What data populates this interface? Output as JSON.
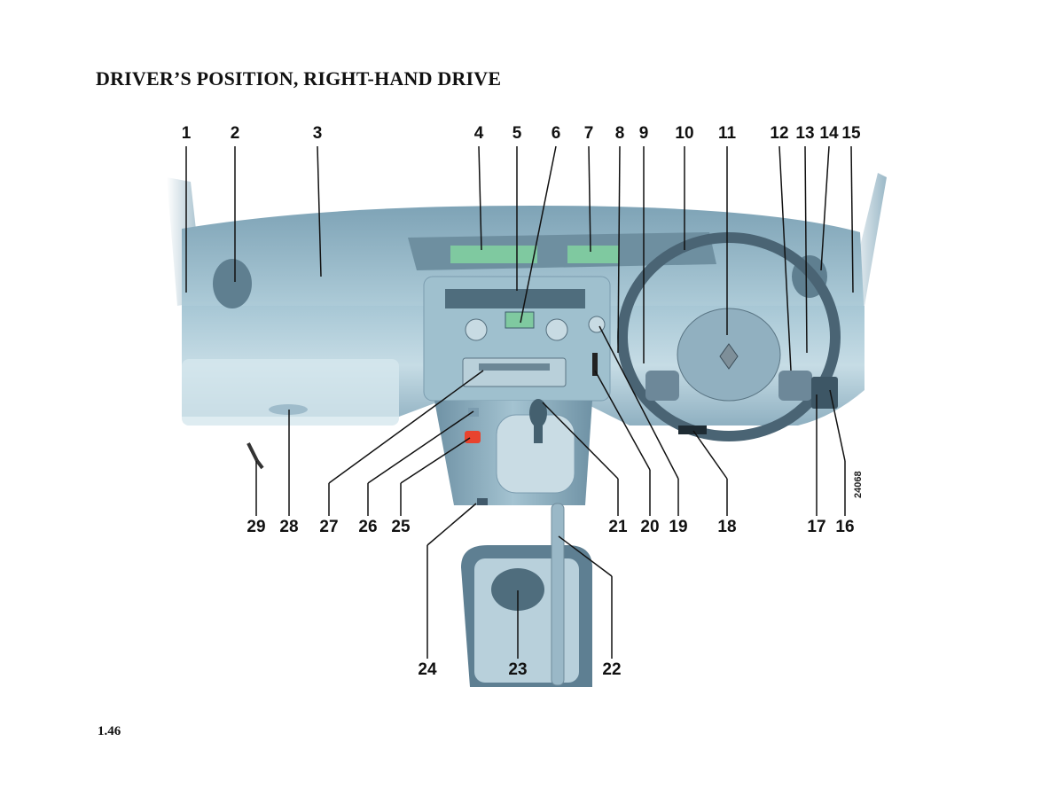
{
  "title": "DRIVER’S POSITION, RIGHT-HAND DRIVE",
  "page_number": "1.46",
  "figure_code": "24068",
  "top_callouts": [
    "1",
    "2",
    "3",
    "4",
    "5",
    "6",
    "7",
    "8",
    "9",
    "10",
    "11",
    "12",
    "13",
    "14",
    "15"
  ],
  "bottom_callouts": [
    "29",
    "28",
    "27",
    "26",
    "25",
    "21",
    "20",
    "19",
    "18",
    "17",
    "16"
  ],
  "lower_callouts": [
    "24",
    "23",
    "22"
  ],
  "colors": {
    "dashboard_top": "#8fb3c6",
    "dashboard_body": "#a9c9d8",
    "dashboard_light": "#cfe2ea",
    "display_screen": "#7fc9a0",
    "trim_dark": "#5e7f92",
    "hazard_button": "#e8432e"
  }
}
